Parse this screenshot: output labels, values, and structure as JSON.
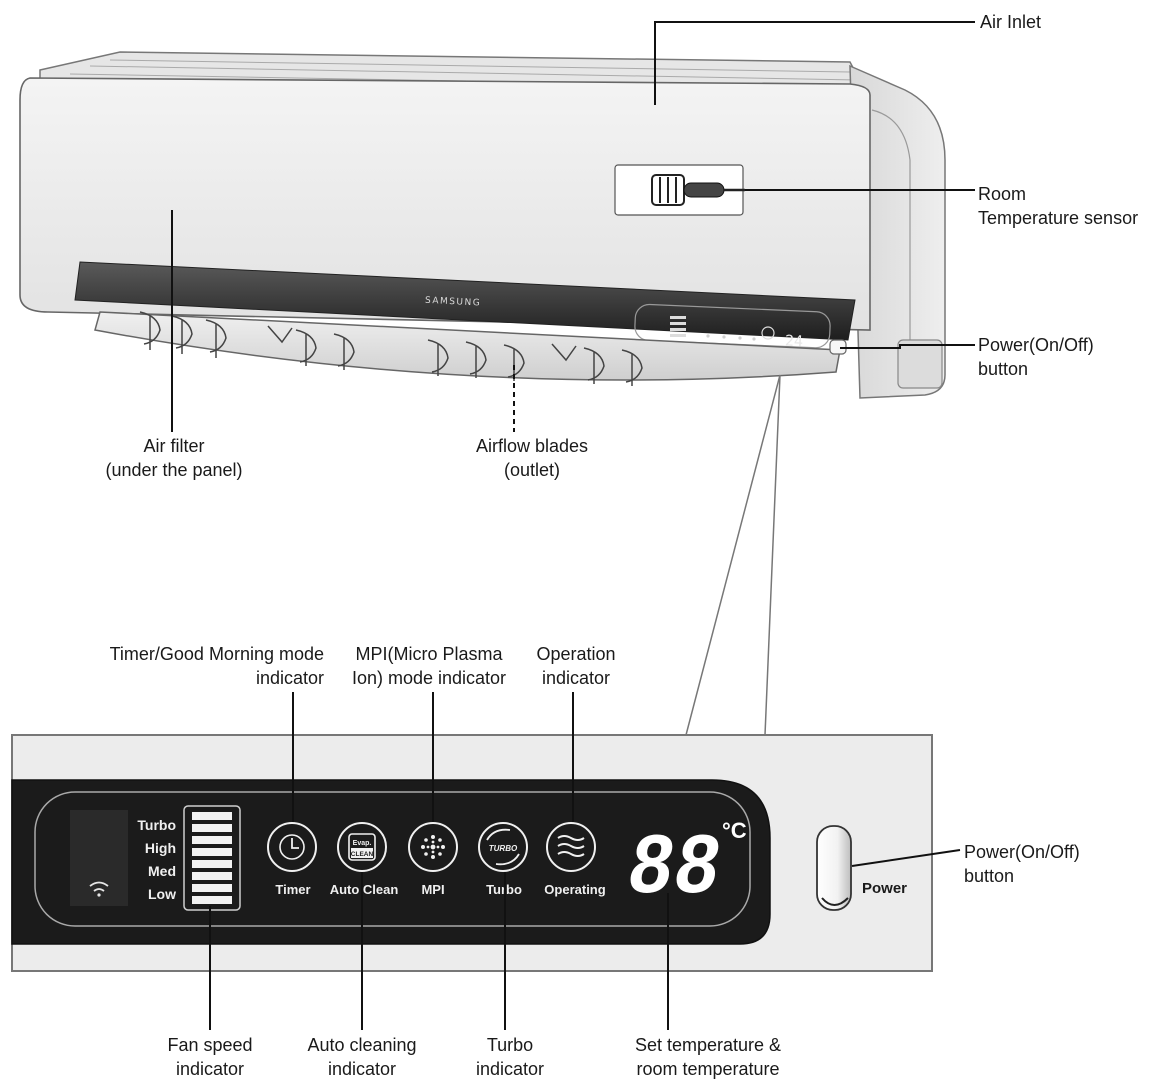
{
  "labels": {
    "air_inlet": "Air Inlet",
    "room_temp_sensor": [
      "Room",
      "Temperature sensor"
    ],
    "power_button_top": [
      "Power(On/Off)",
      "button"
    ],
    "air_filter": [
      "Air filter",
      "(under the panel)"
    ],
    "airflow_blades": [
      "Airflow blades",
      "(outlet)"
    ],
    "timer_indicator": [
      "Timer/Good Morning mode",
      "indicator"
    ],
    "mpi_indicator": [
      "MPI(Micro Plasma",
      "Ion) mode indicator"
    ],
    "operation_indicator": [
      "Operation",
      "indicator"
    ],
    "power_button_panel": [
      "Power(On/Off)",
      "button"
    ],
    "fan_speed_indicator": [
      "Fan speed",
      "indicator"
    ],
    "auto_cleaning_indicator": [
      "Auto cleaning",
      "indicator"
    ],
    "turbo_indicator": [
      "Turbo",
      "indicator"
    ],
    "set_temperature": [
      "Set temperature &",
      "room temperature"
    ]
  },
  "unit": {
    "brand": "SAMSUNG",
    "small_display": "24"
  },
  "panel": {
    "fan_levels": [
      "Turbo",
      "High",
      "Med",
      "Low"
    ],
    "icons": {
      "timer": "Timer",
      "autoclean": "Auto Clean",
      "autoclean_badge_top": "Evap.",
      "autoclean_badge_bottom": "CLEAN",
      "mpi": "MPI",
      "turbo": "Turbo",
      "turbo_badge": "TURBO",
      "operating": "Operating"
    },
    "temp_display": "88",
    "temp_unit": "°C",
    "power_label": "Power"
  }
}
